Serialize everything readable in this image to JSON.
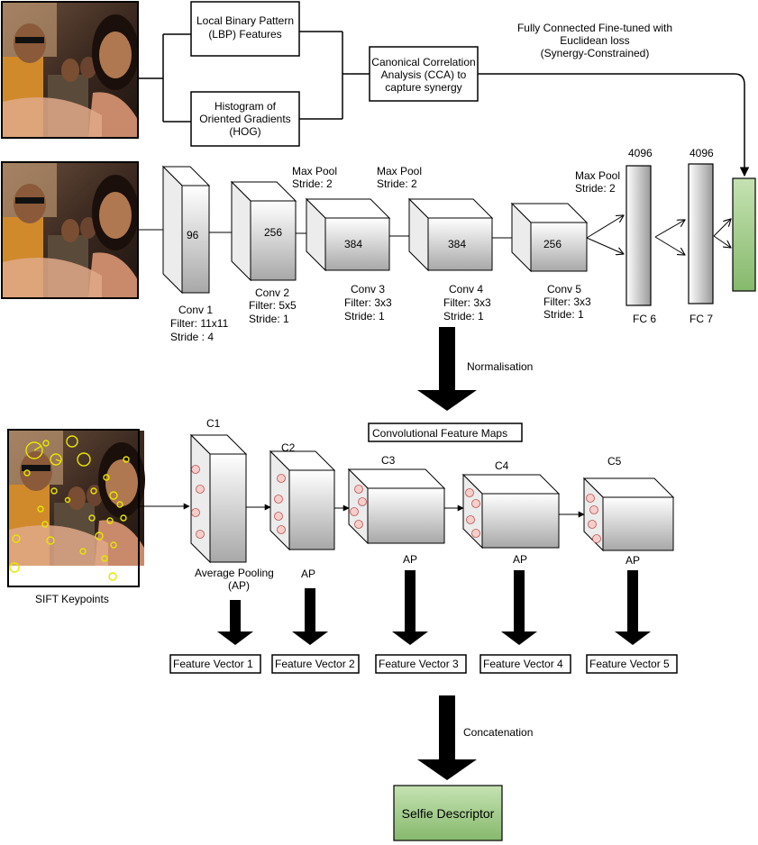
{
  "features": {
    "lbp": [
      "Local Binary Pattern",
      "(LBP) Features"
    ],
    "hog": [
      "Histogram of",
      "Oriented Gradients",
      "(HOG)"
    ],
    "cca": [
      "Canonical Correlation",
      "Analysis (CCA) to",
      "capture synergy"
    ],
    "fc_note": [
      "Fully Connected Fine-tuned with",
      "Euclidean loss",
      "(Synergy-Constrained)"
    ]
  },
  "cnn": {
    "conv1": {
      "depth": "96",
      "name": "Conv 1",
      "filter": "Filter: 11x11",
      "stride": "Stride : 4"
    },
    "conv2": {
      "depth": "256",
      "name": "Conv 2",
      "filter": "Filter: 5x5",
      "stride": "Stride: 1"
    },
    "conv3": {
      "depth": "384",
      "name": "Conv 3",
      "filter": "Filter: 3x3",
      "stride": "Stride: 1"
    },
    "conv4": {
      "depth": "384",
      "name": "Conv 4",
      "filter": "Filter: 3x3",
      "stride": "Stride: 1"
    },
    "conv5": {
      "depth": "256",
      "name": "Conv 5",
      "filter": "Filter: 3x3",
      "stride": "Stride: 1"
    },
    "pool1": [
      "Max Pool",
      "Stride: 2"
    ],
    "pool2": [
      "Max Pool",
      "Stride: 2"
    ],
    "pool3": [
      "Max Pool",
      "Stride: 2"
    ],
    "fc6": {
      "size": "4096",
      "name": "FC 6"
    },
    "fc7": {
      "size": "4096",
      "name": "FC 7"
    }
  },
  "normalisation": "Normalisation",
  "feature_maps": {
    "title": "Convolutional Feature Maps",
    "layers": [
      "C1",
      "C2",
      "C3",
      "C4",
      "C5"
    ],
    "pool_labels": [
      "Average Pooling",
      "(AP)",
      "AP",
      "AP",
      "AP",
      "AP"
    ],
    "sift_label": "SIFT Keypoints"
  },
  "vectors": [
    "Feature Vector 1",
    "Feature Vector 2",
    "Feature Vector 3",
    "Feature Vector 4",
    "Feature Vector 5"
  ],
  "concatenation": "Concatenation",
  "descriptor": "Selfie Descriptor",
  "colors": {
    "output_green": "#8fc47a",
    "descriptor_green": "#a9d18e",
    "dot_fill": "#f8cecc",
    "dot_stroke": "#b85450",
    "keypoint_yellow": "#e6e600"
  },
  "icons": {
    "photo": "selfie-photo",
    "keypoint": "sift-keypoint-circle"
  }
}
